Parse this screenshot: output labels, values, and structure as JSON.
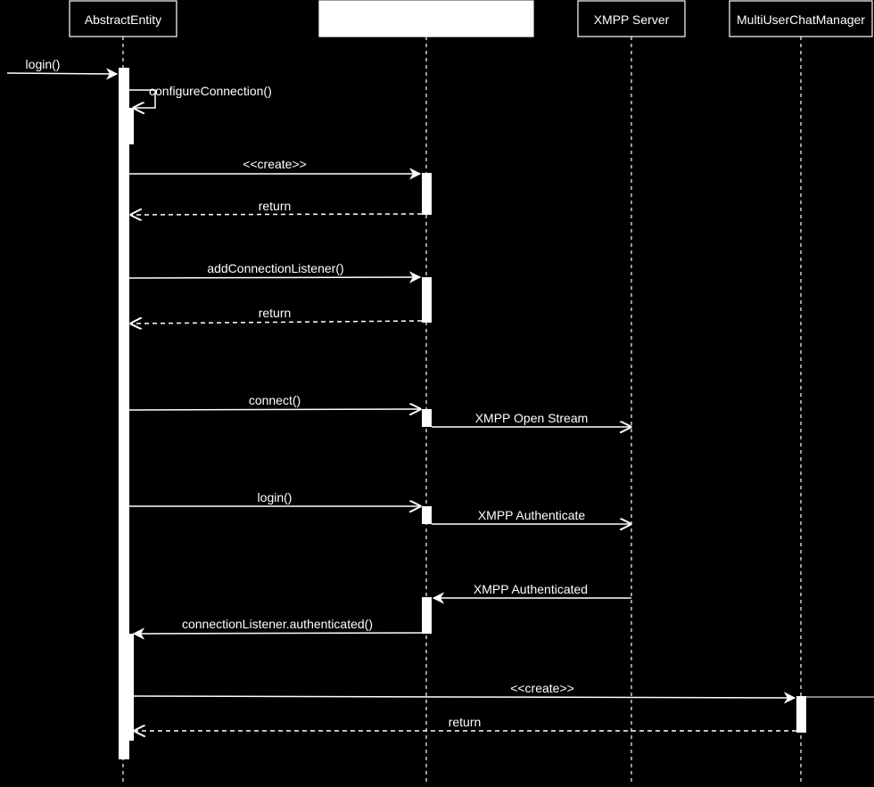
{
  "colors": {
    "background": "#000000",
    "foreground": "#ffffff"
  },
  "participants": [
    {
      "id": "abstract",
      "label": "AbstractEntity"
    },
    {
      "id": "connection",
      "label": ""
    },
    {
      "id": "xmpp",
      "label": "XMPP Server"
    },
    {
      "id": "muc",
      "label": "MultiUserChatManager"
    }
  ],
  "messages": {
    "login_in": "login()",
    "configure": "configureConnection()",
    "create1": "<<create>>",
    "return1": "return",
    "add_listener": "addConnectionListener()",
    "return2": "return",
    "connect": "connect()",
    "open_stream": "XMPP Open Stream",
    "login": "login()",
    "authenticate": "XMPP Authenticate",
    "authenticated": "XMPP Authenticated",
    "listener_authenticated": "connectionListener.authenticated()",
    "create2": "<<create>>",
    "return3": "return"
  }
}
